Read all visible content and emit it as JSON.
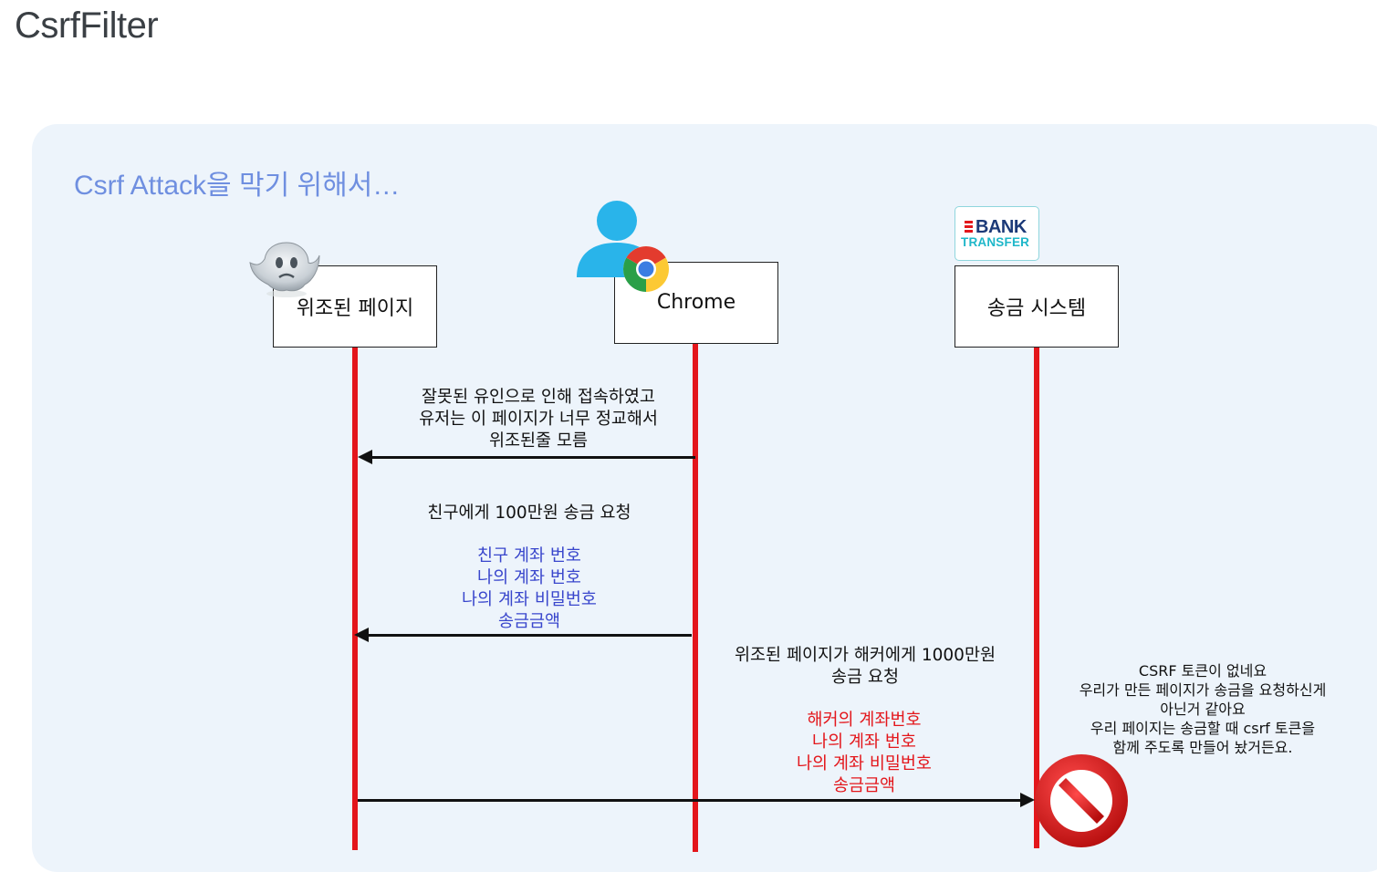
{
  "page_title": "CsrfFilter",
  "panel": {
    "heading": "Csrf Attack을 막기 위해서…"
  },
  "actors": {
    "fake_page": "위조된 페이지",
    "browser": "Chrome",
    "bank": "송금 시스템"
  },
  "bank_logo": {
    "line1": "BANK",
    "line2": "TRANSFER"
  },
  "messages": {
    "m1": [
      "잘못된 유인으로 인해 접속하였고",
      "유저는 이 페이지가 너무 정교해서",
      "위조된줄 모름"
    ],
    "m2_title": "친구에게 100만원 송금 요청",
    "m2_params": [
      "친구 계좌 번호",
      "나의 계좌 번호",
      "나의 계좌 비밀번호",
      "송금금액"
    ],
    "m3_title": [
      "위조된 페이지가 해커에게 1000만원",
      "송금 요청"
    ],
    "m3_params": [
      "해커의 계좌번호",
      "나의 계좌 번호",
      "나의 계좌 비밀번호",
      "송금금액"
    ]
  },
  "note": [
    "CSRF 토큰이 없네요",
    "우리가 만든 페이지가 송금을 요청하신게",
    "아닌거 같아요",
    "우리 페이지는 송금할 때 csrf 토큰을",
    "함께 주도록 만들어 놨거든요."
  ],
  "colors": {
    "lifeline": "#e3161b",
    "params_ok": "#3946cc",
    "params_attack": "#e3161b",
    "heading": "#6f8fe0"
  },
  "icons": [
    "ghost-icon",
    "user-icon",
    "chrome-icon",
    "bank-transfer-logo",
    "no-entry-icon"
  ]
}
